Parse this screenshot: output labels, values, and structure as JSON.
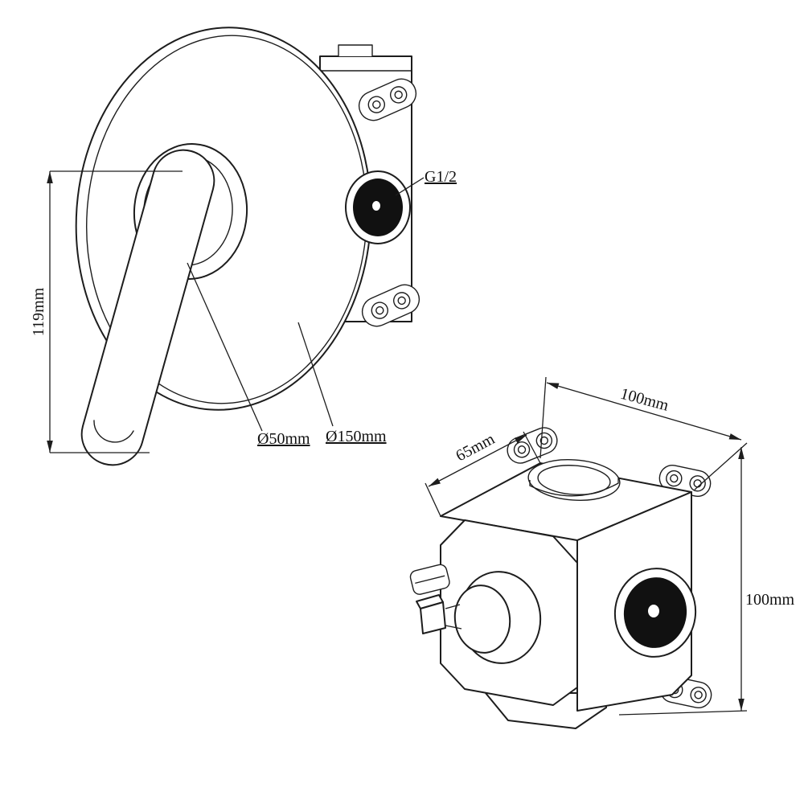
{
  "drawing": {
    "title": "Concealed shower mixer valve installation drawing",
    "front_view": {
      "name": "front-view",
      "labels": {
        "handle_height": "119mm",
        "handle_diameter": "Ø50mm",
        "plate_diameter": "Ø150mm",
        "thread": "G1/2"
      }
    },
    "iso_view": {
      "name": "isometric-view",
      "labels": {
        "depth": "65mm",
        "width": "100mm",
        "height": "100mm"
      }
    },
    "colors": {
      "line": "#1d1d1d",
      "background": "#ffffff",
      "port_fill": "#111111"
    }
  }
}
